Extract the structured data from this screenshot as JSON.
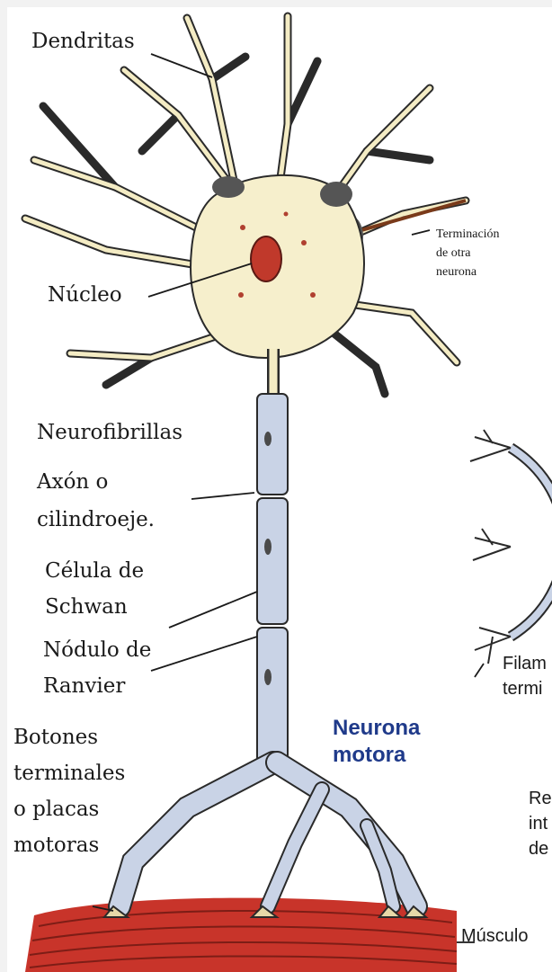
{
  "labels": {
    "dendritas": "Dendritas",
    "nucleo": "Núcleo",
    "terminacion_line1": "Terminación",
    "terminacion_line2": "de otra",
    "terminacion_line3": "neurona",
    "neurofibrillas": "Neurofibrillas",
    "axon_line1": "Axón o",
    "axon_line2": "cilindroeje.",
    "celula_line1": "Célula de",
    "celula_line2": "Schwan",
    "nodulo_line1": "Nódulo de",
    "nodulo_line2": "Ranvier",
    "botones_line1": "Botones",
    "botones_line2": "terminales",
    "botones_line3": "o placas",
    "botones_line4": "motoras",
    "filam_line1": "Filam",
    "filam_line2": "termi",
    "re_line1": "Re",
    "re_line2": "int",
    "re_line3": "de",
    "musculo": "Músculo"
  },
  "title": {
    "line1": "Neurona",
    "line2": "motora"
  },
  "colors": {
    "title": "#1f3a8a",
    "muscle": "#c8342a",
    "cell_body": "#f6efcc",
    "nucleus": "#c0392b",
    "myelin": "#c9d3e6"
  }
}
